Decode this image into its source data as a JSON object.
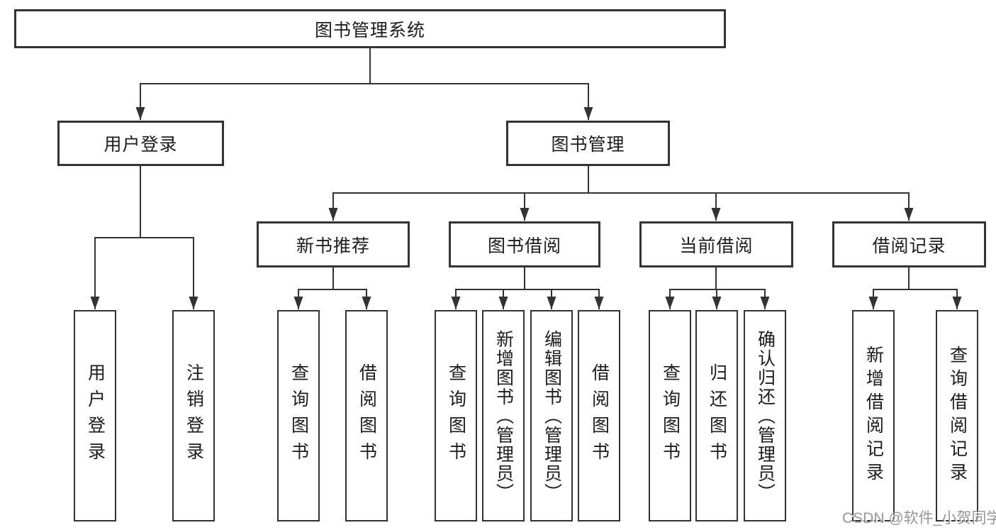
{
  "root": {
    "label": "图书管理系统"
  },
  "user_login": {
    "label": "用户登录",
    "children": [
      "用户登录",
      "注销登录"
    ]
  },
  "book_management": {
    "label": "图书管理",
    "sections": [
      {
        "label": "新书推荐",
        "children": [
          "查询图书",
          "借阅图书"
        ]
      },
      {
        "label": "图书借阅",
        "children": [
          "查询图书",
          "新增图书（管理员）",
          "编辑图书（管理员）",
          "借阅图书"
        ]
      },
      {
        "label": "当前借阅",
        "children": [
          "查询图书",
          "归还图书",
          "确认归还（管理员）"
        ]
      },
      {
        "label": "借阅记录",
        "children": [
          "新增借阅记录",
          "查询借阅记录"
        ]
      }
    ]
  },
  "watermark": "CSDN @软件_小贺同学",
  "colors": {
    "line": "#333333",
    "text": "#1c1c1c",
    "background": "#ffffff",
    "watermark": "#969696"
  }
}
